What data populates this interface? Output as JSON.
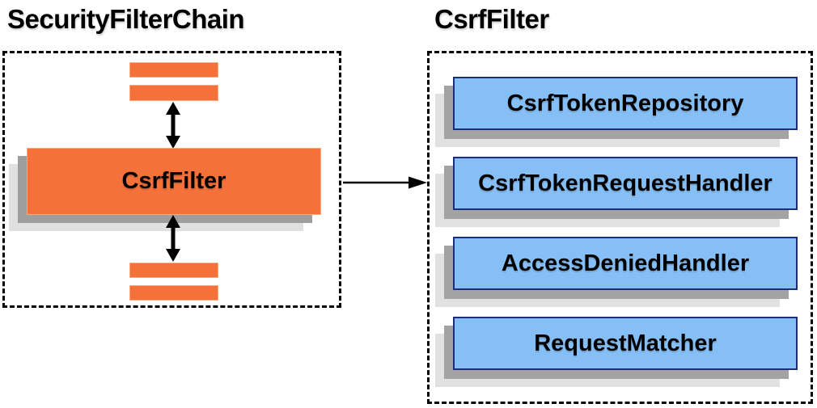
{
  "left_group": {
    "title": "SecurityFilterChain",
    "filter_box_label": "CsrfFilter"
  },
  "right_group": {
    "title": "CsrfFilter",
    "components": [
      {
        "label": "CsrfTokenRepository"
      },
      {
        "label": "CsrfTokenRequestHandler"
      },
      {
        "label": "AccessDeniedHandler"
      },
      {
        "label": "RequestMatcher"
      }
    ]
  },
  "icons": {
    "vertical_arrows": "double-headed-arrow-icon",
    "horizontal_arrow": "arrow-right-icon"
  },
  "colors": {
    "filter_orange": "#F4713A",
    "filter_orange_border": "#F9A97D",
    "component_blue": "#86BFF5",
    "component_blue_border": "#1C2E78",
    "shadow_dark": "#9E9E9E",
    "shadow_light": "#E0E0E0",
    "dashed_border": "#000000",
    "text": "#000000",
    "background": "#FFFFFF"
  }
}
